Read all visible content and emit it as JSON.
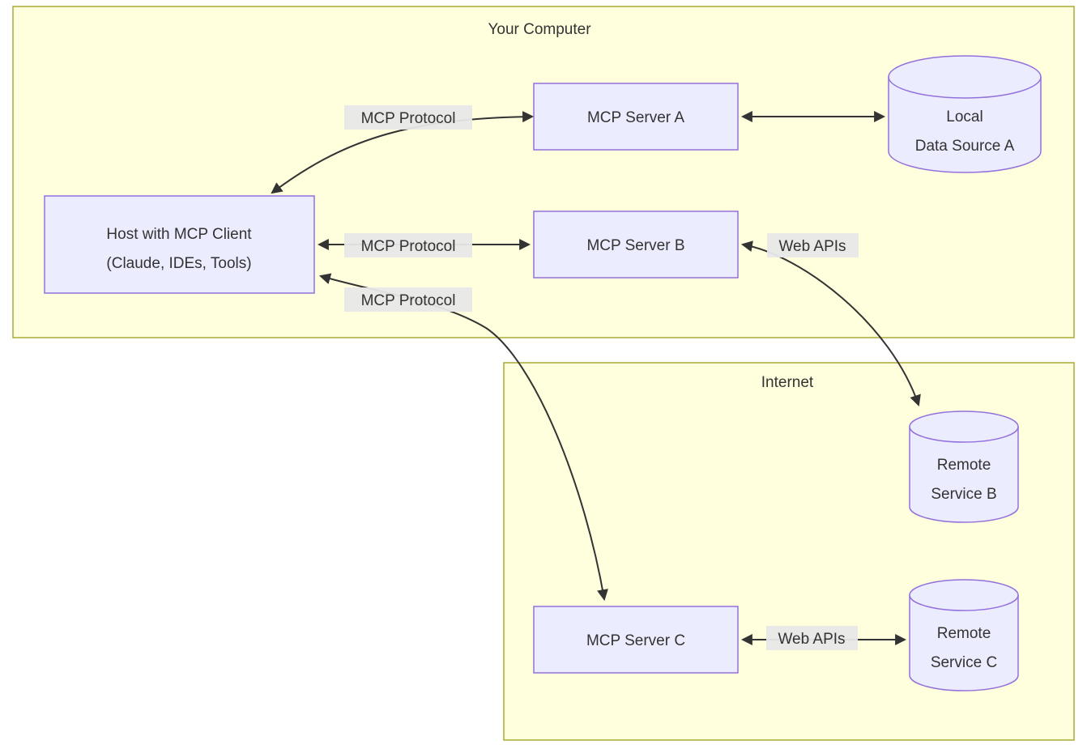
{
  "diagram": {
    "type": "architecture-flowchart",
    "clusters": {
      "your_computer": {
        "label": "Your Computer"
      },
      "internet": {
        "label": "Internet"
      }
    },
    "nodes": {
      "host": {
        "label_line1": "Host with MCP Client",
        "label_line2": "(Claude, IDEs, Tools)"
      },
      "server_a": {
        "label": "MCP Server A"
      },
      "server_b": {
        "label": "MCP Server B"
      },
      "server_c": {
        "label": "MCP Server C"
      },
      "local_data_source_a": {
        "label_line1": "Local",
        "label_line2": "Data Source A"
      },
      "remote_service_b": {
        "label_line1": "Remote",
        "label_line2": "Service B"
      },
      "remote_service_c": {
        "label_line1": "Remote",
        "label_line2": "Service C"
      }
    },
    "edges": [
      {
        "from": "host",
        "to": "server_a",
        "label": "MCP Protocol",
        "bidirectional": true
      },
      {
        "from": "server_a",
        "to": "local_data_source_a",
        "label": "",
        "bidirectional": true
      },
      {
        "from": "host",
        "to": "server_b",
        "label": "MCP Protocol",
        "bidirectional": true
      },
      {
        "from": "server_b",
        "to": "remote_service_b",
        "label": "Web APIs",
        "bidirectional": true
      },
      {
        "from": "host",
        "to": "server_c",
        "label": "MCP Protocol",
        "bidirectional": true
      },
      {
        "from": "server_c",
        "to": "remote_service_c",
        "label": "Web APIs",
        "bidirectional": true
      }
    ],
    "edge_labels": {
      "mcp_protocol_a": "MCP Protocol",
      "mcp_protocol_b": "MCP Protocol",
      "mcp_protocol_c": "MCP Protocol",
      "web_apis_b": "Web APIs",
      "web_apis_c": "Web APIs"
    },
    "colors": {
      "node_fill": "#ECECFF",
      "node_stroke": "#9370DB",
      "cluster_fill": "#ffffde",
      "cluster_stroke": "#aaaa33",
      "edge_stroke": "#333333",
      "edge_label_bg": "#e8e8e8",
      "text": "#333333",
      "page_bg": "#ffffff"
    }
  }
}
